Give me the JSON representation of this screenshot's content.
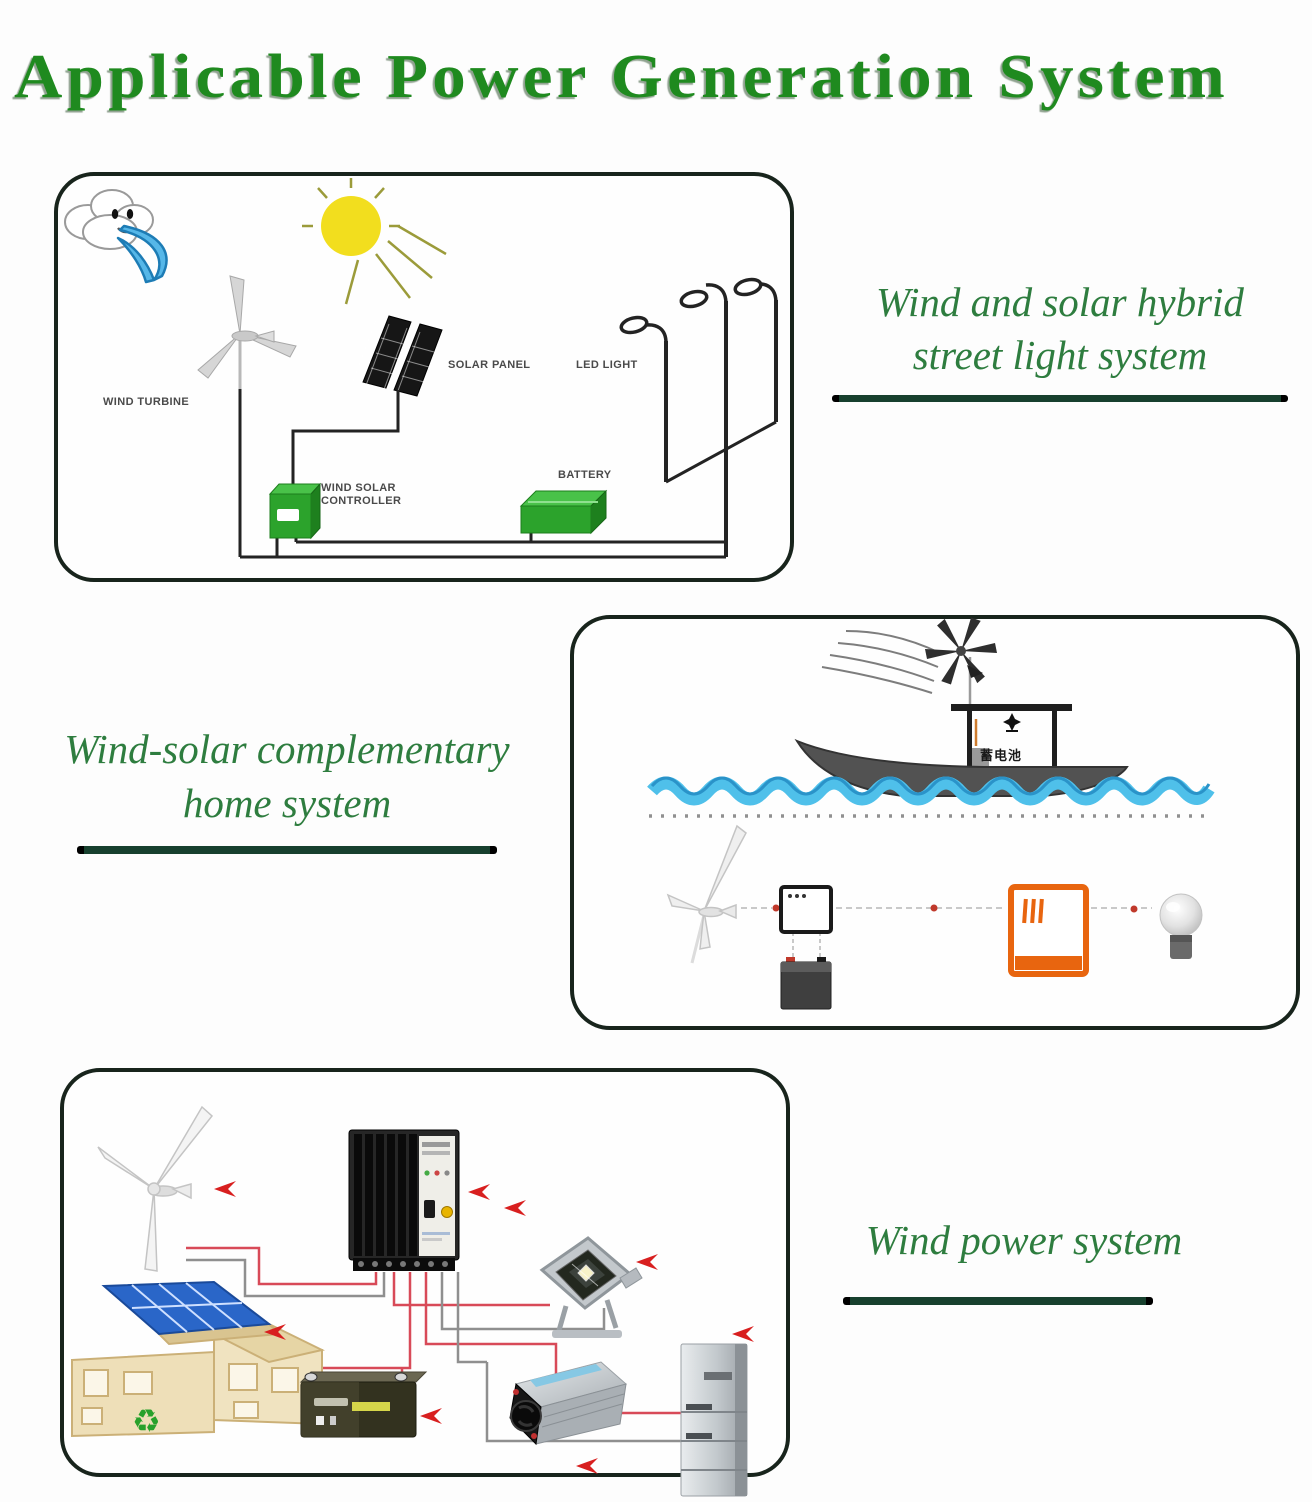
{
  "title": "Applicable Power Generation System",
  "panel1": {
    "caption_line1": "Wind and solar hybrid",
    "caption_line2": "street light system",
    "labels": {
      "wind_turbine": "WIND TURBINE",
      "solar_panel": "SOLAR PANEL",
      "led_light": "LED LIGHT",
      "controller_line1": "WIND SOLAR",
      "controller_line2": "CONTROLLER",
      "battery": "BATTERY"
    }
  },
  "panel2": {
    "caption_line1": "Wind-solar complementary",
    "caption_line2": "home system",
    "boat_battery_label": "蓄电池"
  },
  "panel3": {
    "caption": "Wind power system"
  },
  "colors": {
    "title_green": "#1f8a1f",
    "caption_green": "#2e7d3f",
    "underline_dark_green": "#17402e",
    "panel_border": "#18241c",
    "device_green": "#2ca32c",
    "wave_blue": "#4fc0ea",
    "inverter_orange": "#e8650f",
    "wire_red": "#d84a58",
    "wire_gray": "#8f8f8f",
    "arrow_red": "#d81f1f",
    "sun_yellow": "#f2de1e",
    "wind_blue": "#56b7e8"
  }
}
